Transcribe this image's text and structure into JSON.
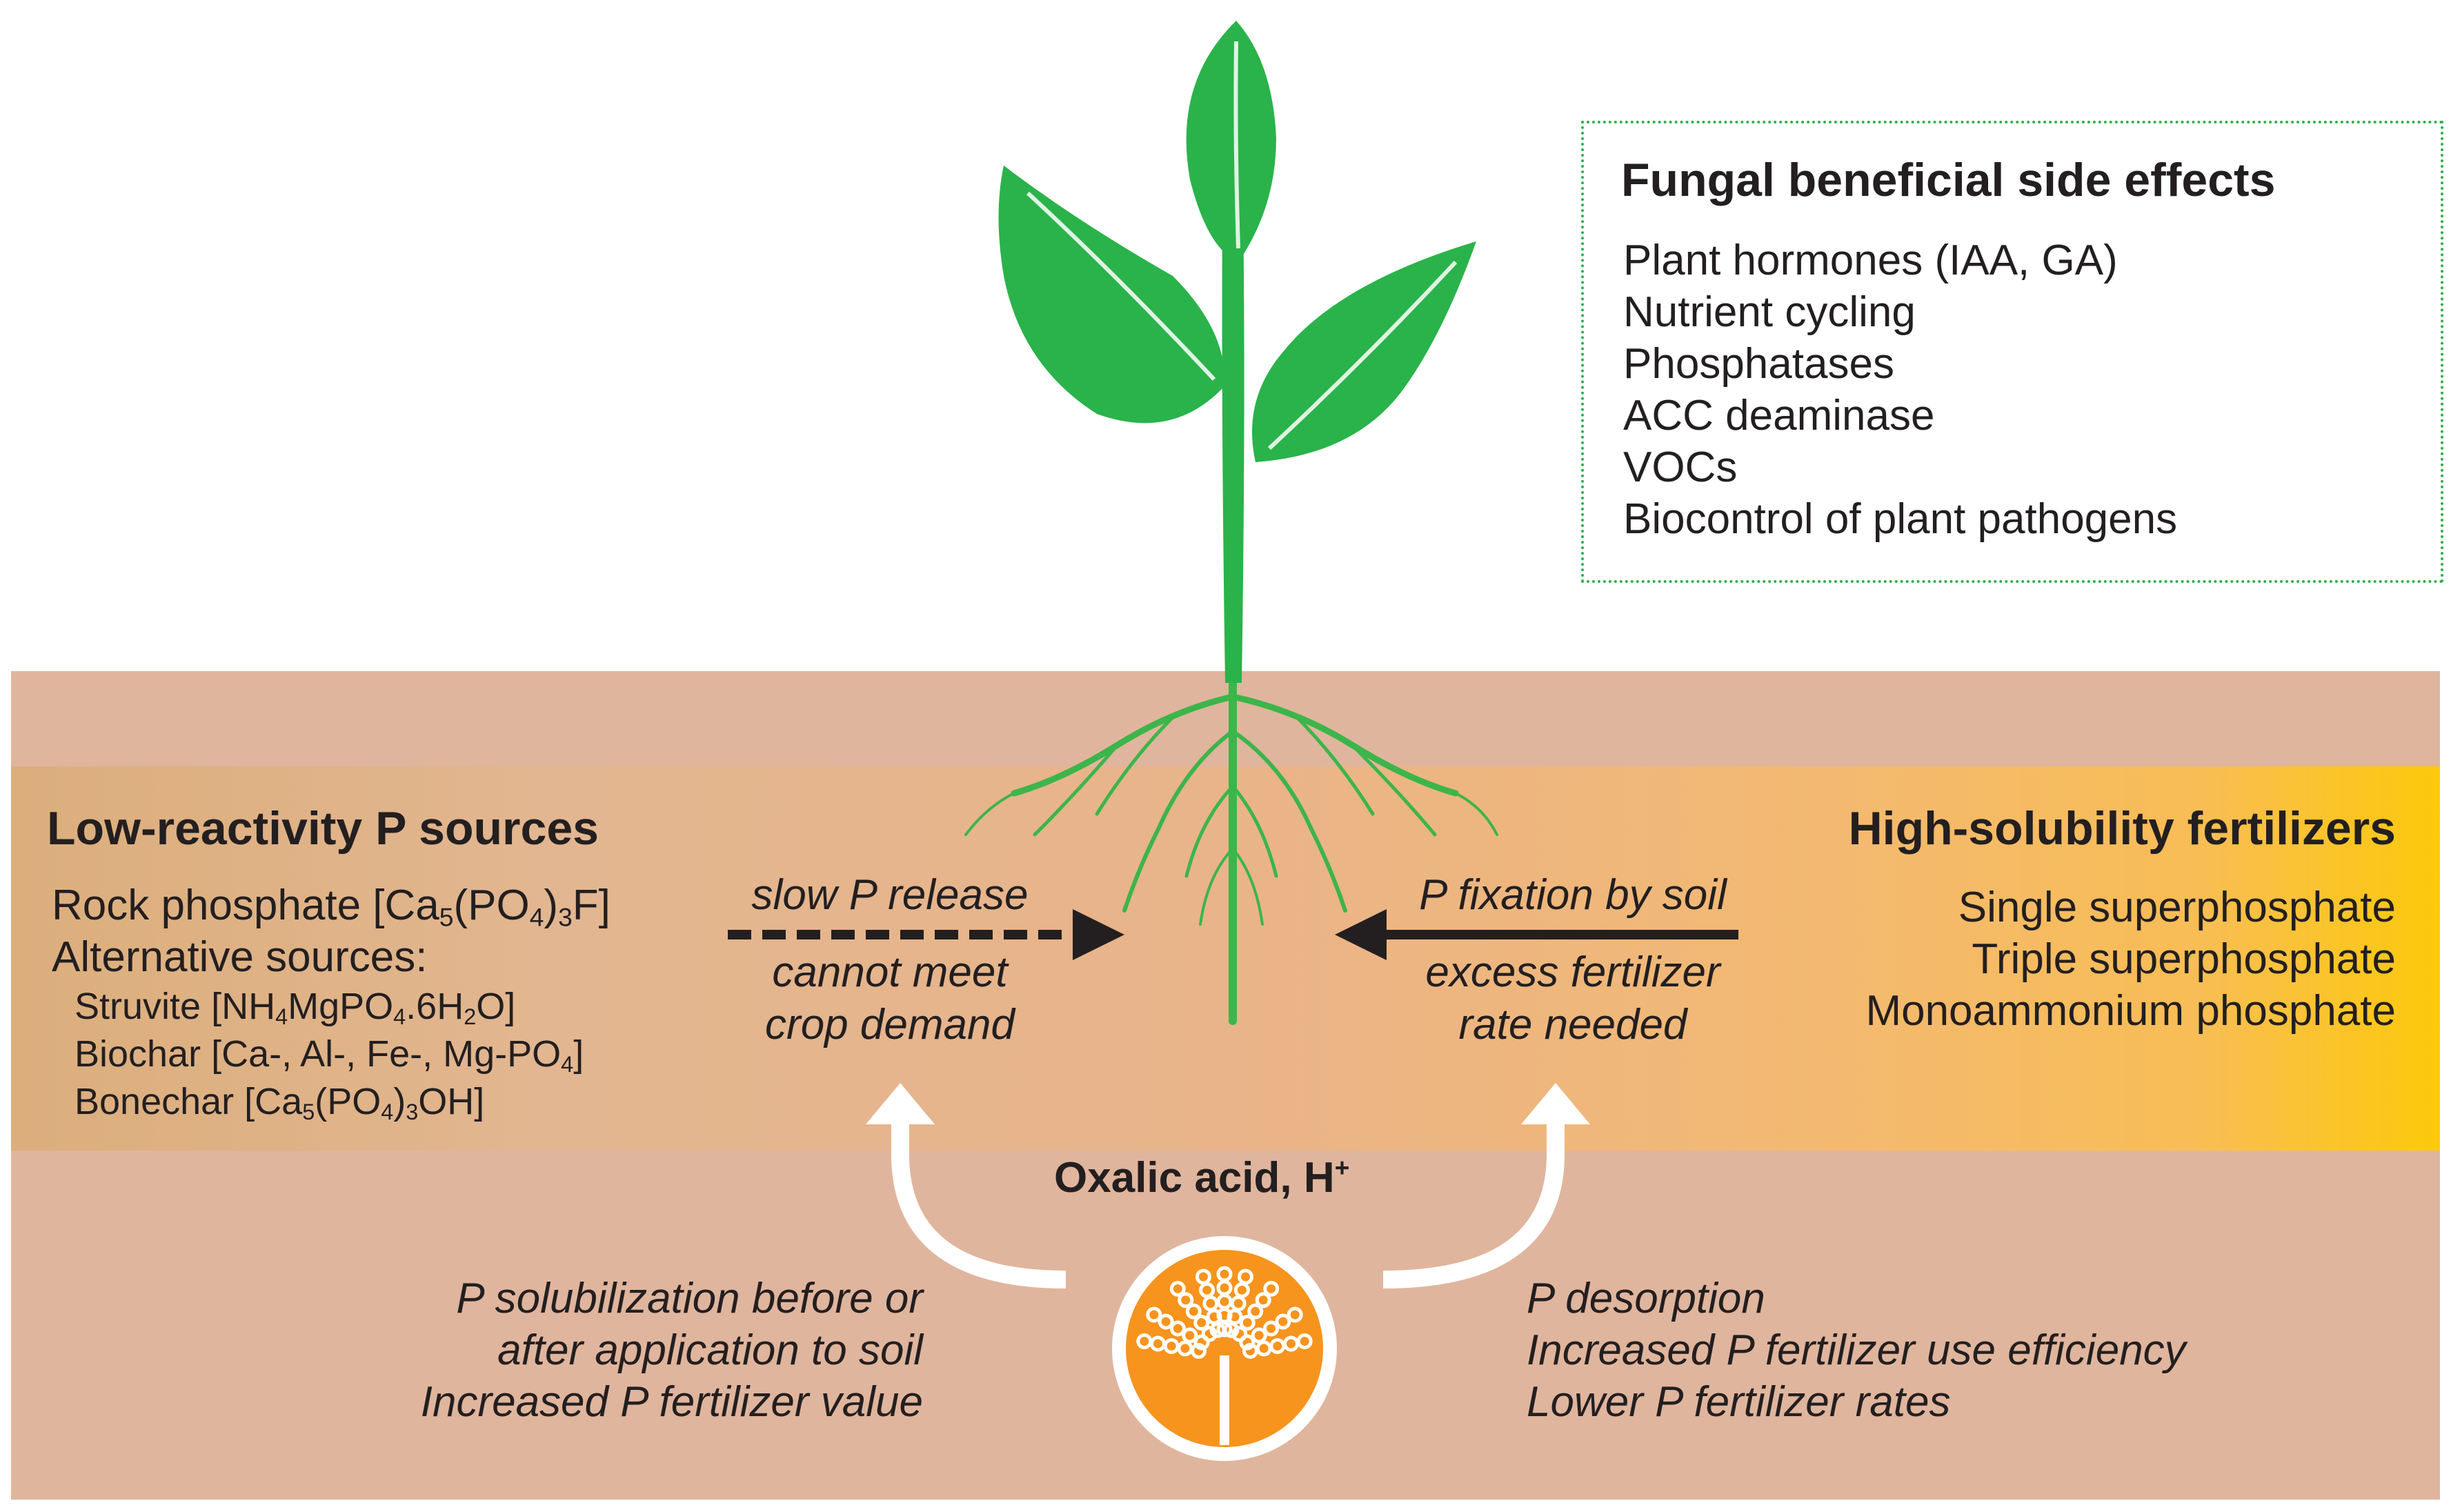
{
  "fungal_box": {
    "title": "Fungal beneficial side effects",
    "items": [
      "Plant hormones (IAA, GA)",
      "Nutrient cycling",
      "Phosphatases",
      "ACC deaminase",
      "VOCs",
      "Biocontrol of plant pathogens"
    ]
  },
  "low_reactivity": {
    "title": "Low-reactivity P sources",
    "rock_phosphate": [
      "Rock phosphate [Ca",
      "5",
      "(PO",
      "4",
      ")",
      "3",
      "F]"
    ],
    "alt_label": "Alternative sources:",
    "struvite": [
      "Struvite [NH",
      "4",
      "MgPO",
      "4",
      ".6H",
      "2",
      "O]"
    ],
    "biochar": [
      "Biochar [Ca-, Al-, Fe-, Mg-PO",
      "4",
      "]"
    ],
    "bonechar": [
      "Bonechar [Ca",
      "5",
      "(PO",
      "4",
      ")",
      "3",
      "OH]"
    ]
  },
  "high_solubility": {
    "title": "High-solubility fertilizers",
    "items": [
      "Single superphosphate",
      "Triple superphosphate",
      "Monoammonium phosphate"
    ]
  },
  "left_arrow": {
    "top": "slow P release",
    "bottom": [
      "cannot meet",
      "crop demand"
    ]
  },
  "right_arrow": {
    "top": "P fixation by soil",
    "bottom": [
      "excess fertilizer",
      "rate needed"
    ]
  },
  "oxalic": {
    "text": "Oxalic acid, H",
    "sup": "+"
  },
  "left_effects": [
    "P solubilization before or",
    "after application to soil",
    "Increased P fertilizer value"
  ],
  "right_effects": [
    "P desorption",
    "Increased P fertilizer use efficiency",
    "Lower P fertilizer rates"
  ],
  "colors": {
    "leaf": "#2ab34a",
    "root": "#3cb54a",
    "soil": "#e0b59d",
    "band_end": "#fcc90a",
    "fungus": "#f7941d",
    "box_border": "#2fae4a"
  }
}
